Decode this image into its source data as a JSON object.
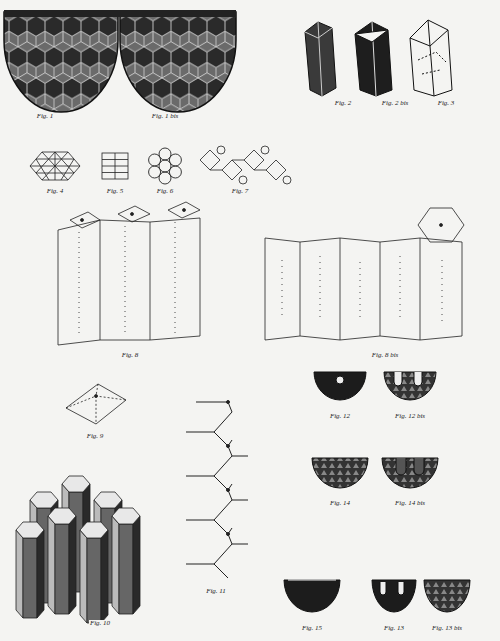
{
  "diagram": {
    "labels": [
      "Fig. 1",
      "Fig. 1 bis",
      "Fig. 2",
      "Fig. 2 bis",
      "Fig. 3",
      "Fig. 4",
      "Fig. 5",
      "Fig. 6",
      "Fig. 7",
      "Fig. 8",
      "Fig. 8 bis",
      "Fig. 9",
      "Fig. 10",
      "Fig. 11",
      "Fig. 12",
      "Fig. 12 bis",
      "Fig. 14",
      "Fig. 14 bis",
      "Fig. 15",
      "Fig. 13",
      "Fig. 13 bis"
    ]
  }
}
